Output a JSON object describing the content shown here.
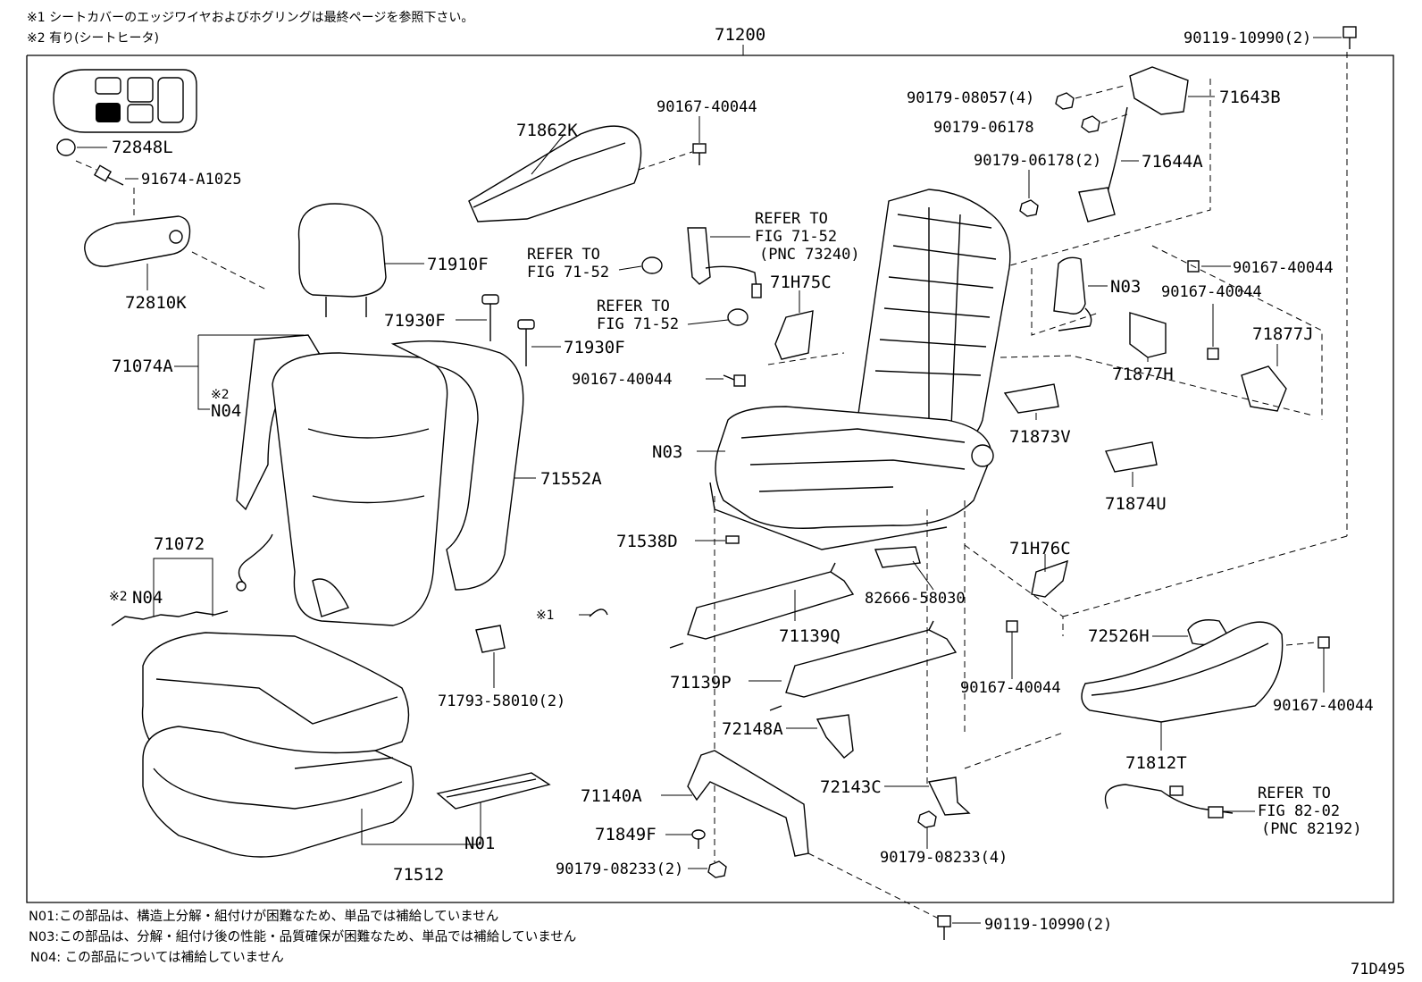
{
  "notes_top": {
    "note1": "※1 シートカバーのエッジワイヤおよびホグリングは最終ページを参照下さい。",
    "note2": "※2 有り(シートヒータ)"
  },
  "assembly_number": "71200",
  "parts": {
    "p_90119_top": "90119-10990(2)",
    "p_72848L": "72848L",
    "p_91674": "91674-A1025",
    "p_72810K": "72810K",
    "p_71862K": "71862K",
    "p_90167_a": "90167-40044",
    "p_71910F": "71910F",
    "p_71930F_a": "71930F",
    "p_71930F_b": "71930F",
    "p_71074A": "71074A",
    "p_x2a": "※2",
    "p_N04a": "N04",
    "p_71552A": "71552A",
    "p_71072": "71072",
    "p_x2b": "※2",
    "p_N04b": "N04",
    "p_x1": "※1",
    "p_71793": "71793-58010(2)",
    "p_N01": "N01",
    "p_71512": "71512",
    "p_90179_08057": "90179-08057(4)",
    "p_90179_06178": "90179-06178",
    "p_71643B": "71643B",
    "p_90179_06178_2": "90179-06178(2)",
    "p_71644A": "71644A",
    "p_90167_b": "90167-40044",
    "p_N03a": "N03",
    "p_90167_c": "90167-40044",
    "p_71877J": "71877J",
    "p_71877H": "71877H",
    "p_71H75C": "71H75C",
    "p_90167_d": "90167-40044",
    "p_N03b": "N03",
    "p_71873V": "71873V",
    "p_71874U": "71874U",
    "p_71538D": "71538D",
    "p_71H76C": "71H76C",
    "p_82666": "82666-58030",
    "p_71139Q": "71139Q",
    "p_71139P": "71139P",
    "p_90167_e": "90167-40044",
    "p_72526H": "72526H",
    "p_90167_f": "90167-40044",
    "p_71812T": "71812T",
    "p_72148A": "72148A",
    "p_71140A": "71140A",
    "p_72143C": "72143C",
    "p_71849F": "71849F",
    "p_90179_08233_2": "90179-08233(2)",
    "p_90179_08233_4": "90179-08233(4)",
    "p_90119_bottom": "90119-10990(2)"
  },
  "refs": {
    "ref1_l1": "REFER TO",
    "ref1_l2": "FIG 71-52",
    "ref1_l3": "(PNC 73240)",
    "ref2_l1": "REFER TO",
    "ref2_l2": "FIG 71-52",
    "ref3_l1": "REFER TO",
    "ref3_l2": "FIG 71-52",
    "ref4_l1": "REFER TO",
    "ref4_l2": "FIG 82-02",
    "ref4_l3": "(PNC 82192)"
  },
  "notes_bottom": {
    "n01": "N01:この部品は、構造上分解・組付けが困難なため、単品では補給していません",
    "n03": "N03:この部品は、分解・組付け後の性能・品質確保が困難なため、単品では補給していません",
    "n04": "N04: この部品については補給していません"
  },
  "figure_id": "71D495"
}
